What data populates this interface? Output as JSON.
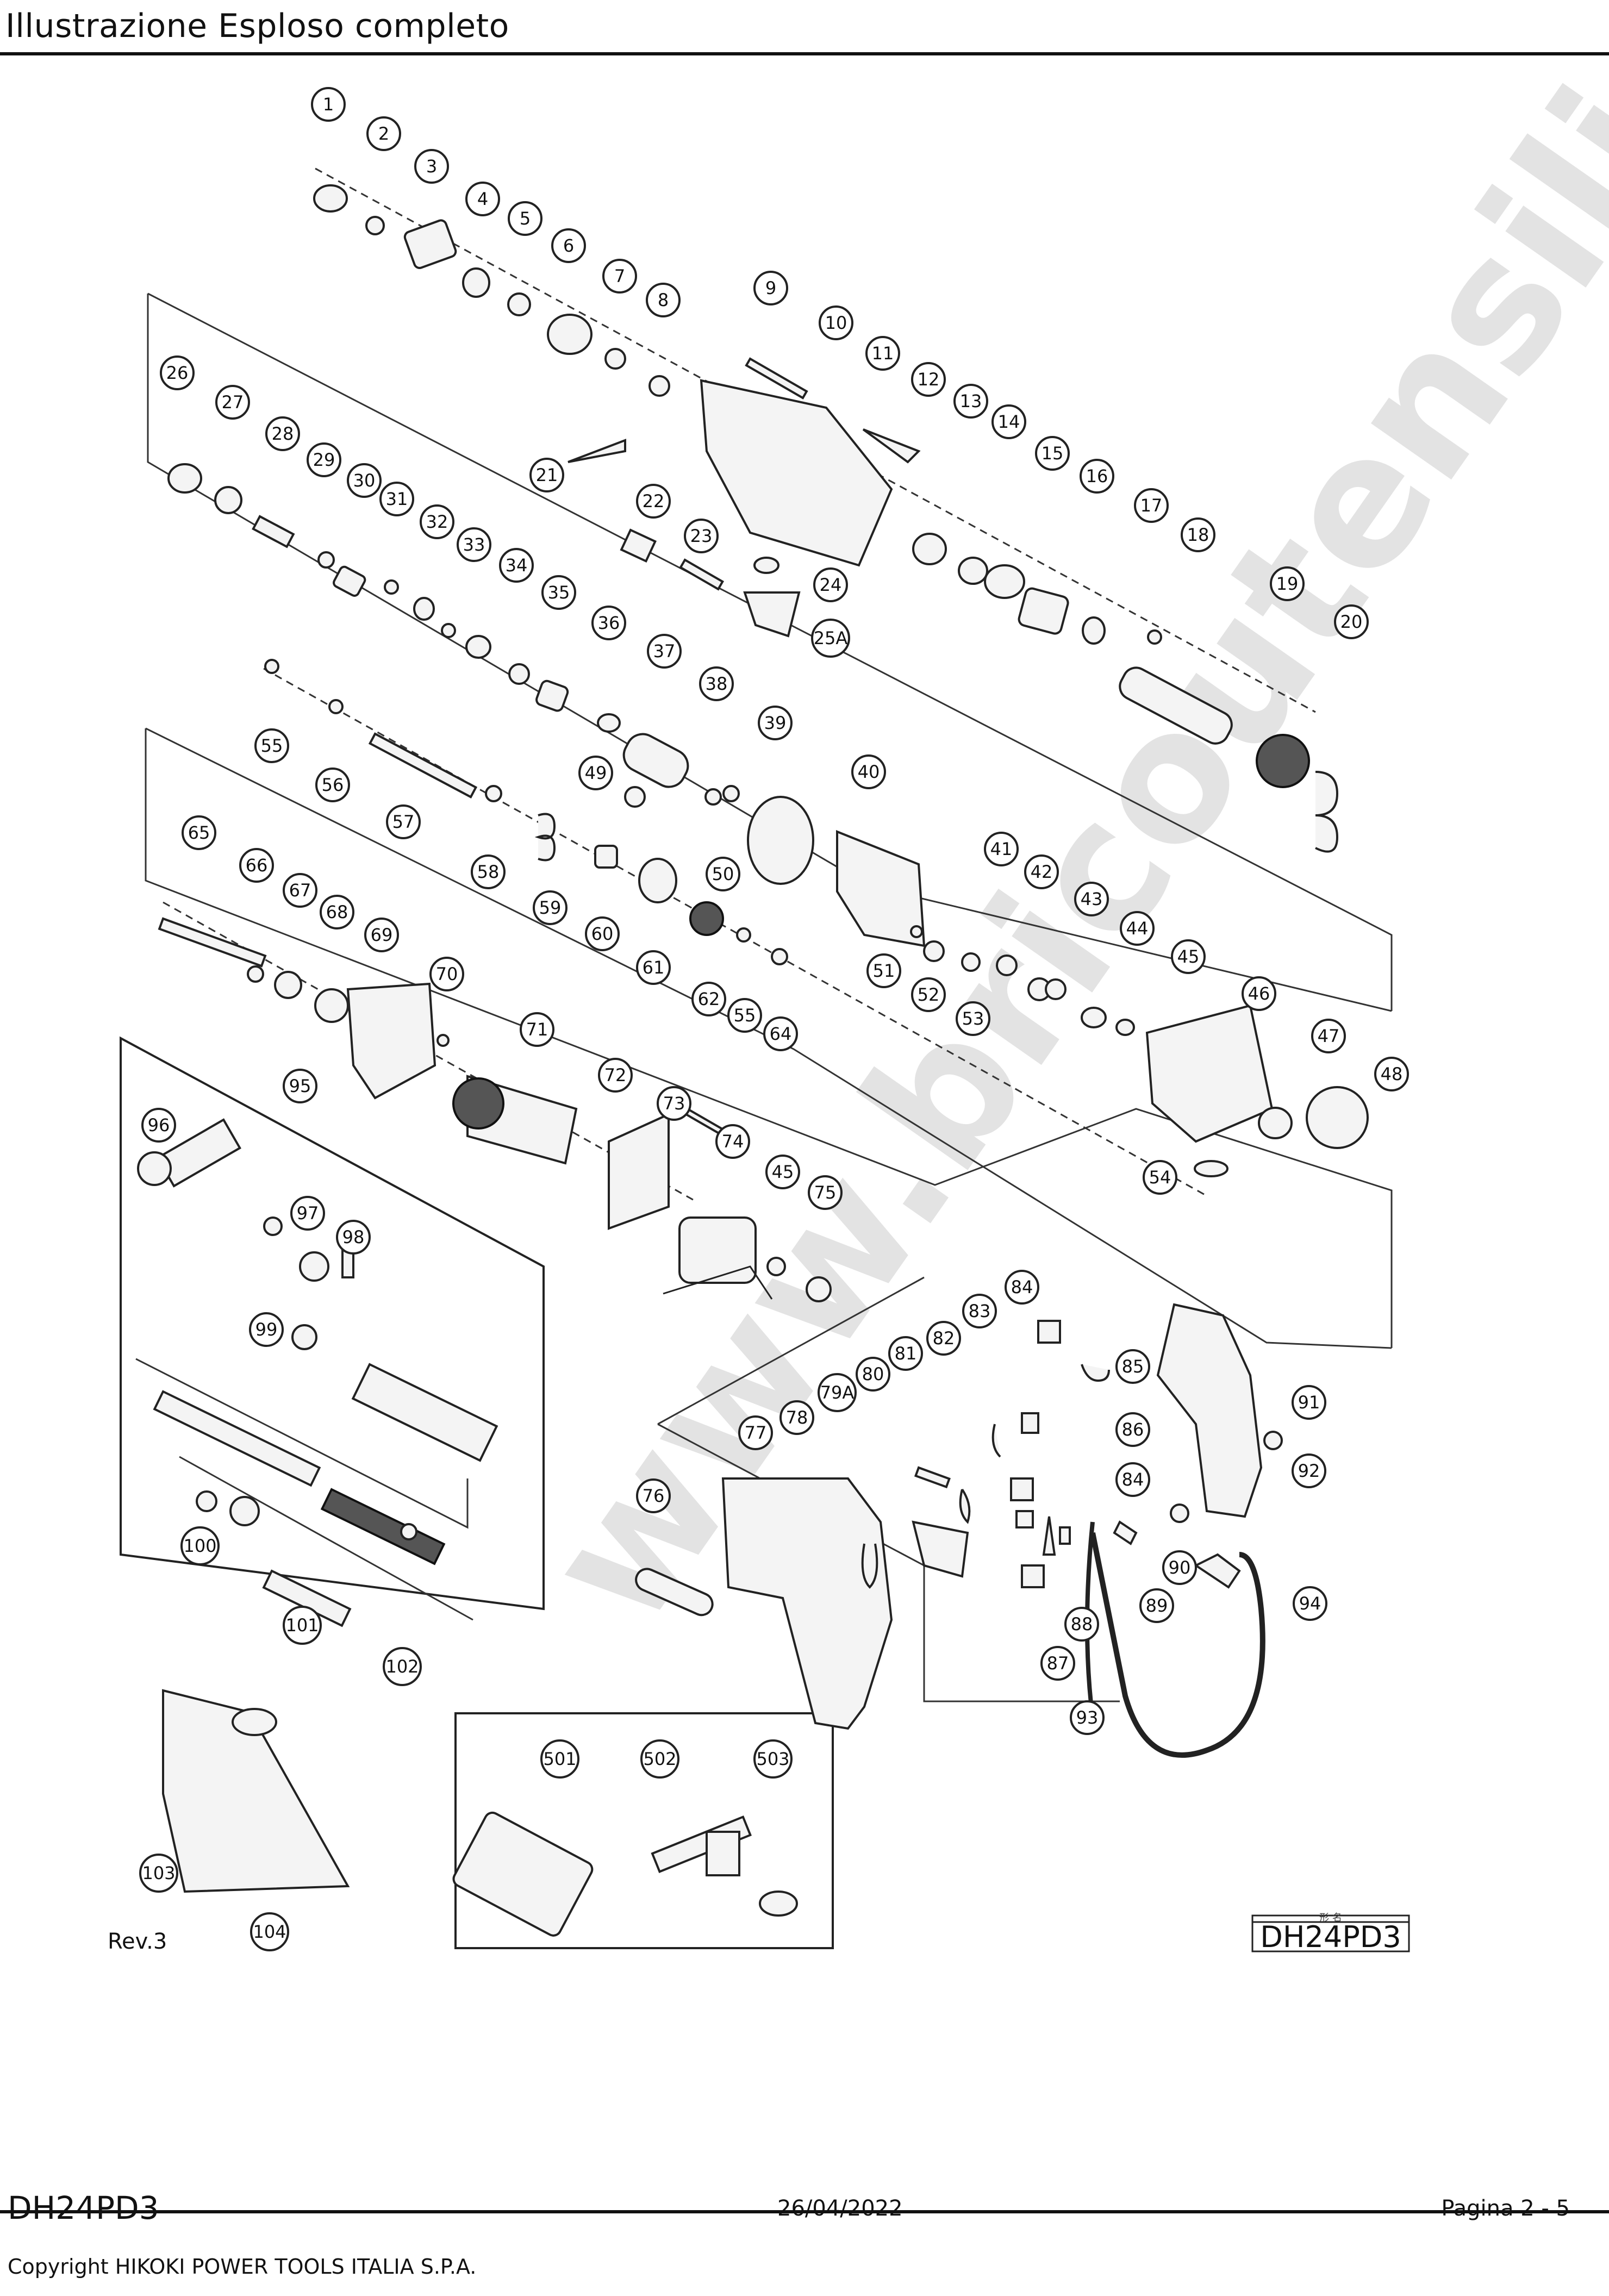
{
  "header": {
    "title": "Illustrazione  Esploso completo"
  },
  "watermark": {
    "text": "www.bricoutensili.com"
  },
  "diagram": {
    "rev_label": "Rev.3",
    "model_box": {
      "small_label": "形 名",
      "model": "DH24PD3"
    },
    "part_numbers": [
      "1",
      "2",
      "3",
      "4",
      "5",
      "6",
      "7",
      "8",
      "9",
      "10",
      "11",
      "12",
      "13",
      "14",
      "15",
      "16",
      "17",
      "18",
      "19",
      "20",
      "21",
      "22",
      "23",
      "24",
      "25A",
      "26",
      "27",
      "28",
      "29",
      "30",
      "31",
      "32",
      "33",
      "34",
      "35",
      "36",
      "37",
      "38",
      "39",
      "40",
      "41",
      "42",
      "43",
      "44",
      "45",
      "46",
      "47",
      "48",
      "49",
      "50",
      "51",
      "52",
      "53",
      "54",
      "55",
      "56",
      "57",
      "58",
      "59",
      "60",
      "61",
      "62",
      "55",
      "64",
      "65",
      "66",
      "67",
      "68",
      "69",
      "70",
      "71",
      "72",
      "73",
      "74",
      "45",
      "75",
      "76",
      "77",
      "78",
      "79A",
      "80",
      "81",
      "82",
      "83",
      "84",
      "85",
      "86",
      "84",
      "87",
      "88",
      "89",
      "90",
      "91",
      "92",
      "93",
      "94",
      "95",
      "96",
      "97",
      "98",
      "99",
      "100",
      "101",
      "102",
      "103",
      "104",
      "501",
      "502",
      "503"
    ]
  },
  "footer": {
    "model": "DH24PD3",
    "date": "26/04/2022",
    "page": "Pagina 2 - 5",
    "copyright": "Copyright HIKOKI POWER TOOLS ITALIA S.P.A."
  }
}
